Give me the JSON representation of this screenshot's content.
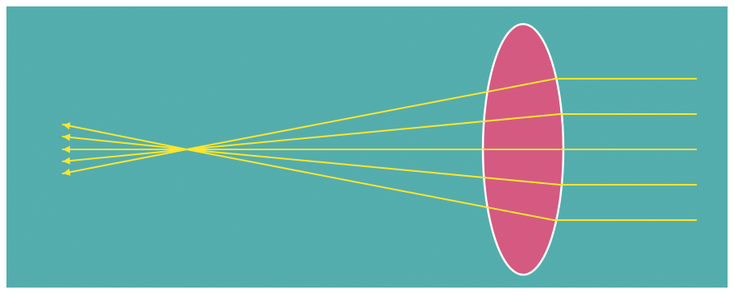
{
  "figure": {
    "background_color": "#56b1b1",
    "frame_color": "#ffffff",
    "lens": {
      "type": "converging",
      "fill_color": "#d45a82",
      "outline_color": "#ffffff"
    },
    "rays": {
      "count": 5,
      "color": "#ffe62b",
      "direction": "right-to-left",
      "converge_to": "focal-point",
      "arrowheads": "at-left-end"
    }
  }
}
